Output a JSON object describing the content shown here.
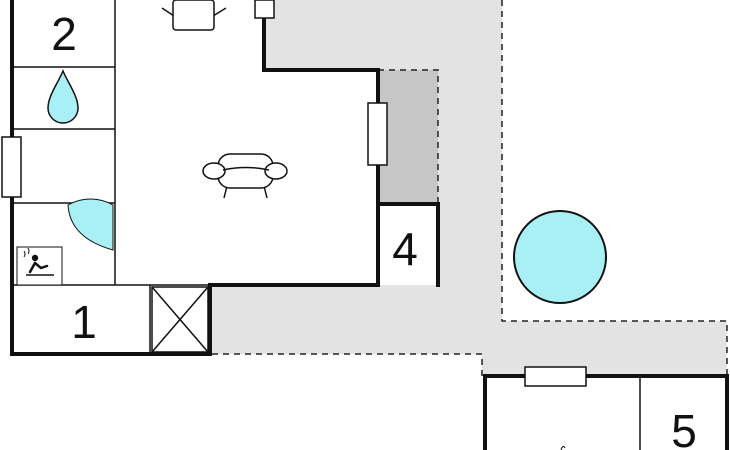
{
  "rooms": [
    {
      "id": "room-1",
      "number": "1"
    },
    {
      "id": "room-2",
      "number": "2"
    },
    {
      "id": "room-4",
      "number": "4"
    },
    {
      "id": "room-5",
      "number": "5"
    }
  ],
  "colors": {
    "background": "#ffffff",
    "wall": "#111111",
    "terrace": "#e3e3e3",
    "covered_area": "#c6c6c6",
    "water_feature": "#a8f0f5",
    "fixture_fill": "#ffffff",
    "dashed_boundary": "#222222"
  },
  "icons": [
    "armchair-icon",
    "sofa-icon",
    "water-drop-icon",
    "sauna-icon",
    "pool-icon",
    "door-swing-icon",
    "window-icon",
    "open-shaft-icon"
  ]
}
